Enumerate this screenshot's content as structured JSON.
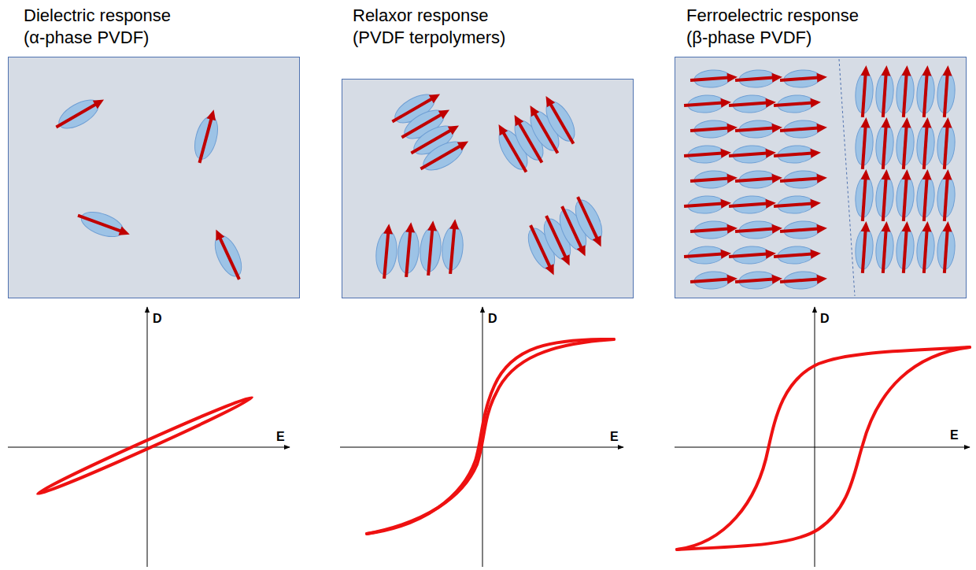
{
  "diagram": {
    "nodes": [
      {
        "text": [
          "Dielectric response",
          "(α-phase PVDF)"
        ]
      },
      {
        "text": [
          "Relaxor response",
          "(PVDF terpolymers)"
        ]
      },
      {
        "text": [
          "Ferroelectric response",
          "(β-phase PVDF)"
        ]
      }
    ],
    "labels": [
      "D",
      "E",
      "D",
      "E",
      "D",
      "E"
    ]
  }
}
